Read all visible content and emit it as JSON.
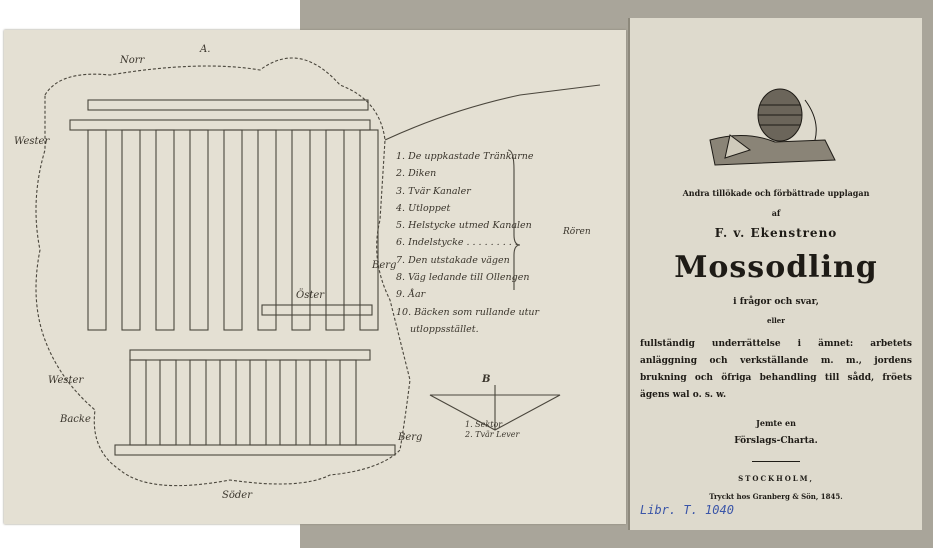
{
  "map": {
    "labels": {
      "north": "Norr",
      "point_a": "A.",
      "west_top": "Wester",
      "west": "Wester",
      "east": "Öster",
      "south": "Söder",
      "backe": "Backe",
      "berg_top": "Berg",
      "berg_bottom": "Berg",
      "point_b": "B"
    },
    "legend": [
      "1. De uppkastade Tränkarne",
      "2. Diken",
      "3. Tvär Kanaler",
      "4. Utloppet",
      "5. Helstycke utmed Kanalen",
      "6. Indelstycke . . . . . . . . .",
      "7. Den utstakade vägen",
      "8. Väg ledande till Ollengen",
      "9. Åar",
      "10. Bäcken som rullande utur",
      "utloppsstället."
    ],
    "bracket_label": "Rören",
    "section_legend": [
      "1. Sektor",
      "2. Tvär Lever"
    ]
  },
  "title_page": {
    "edition_line": "Andra tillökade och förbättrade upplagan",
    "by": "af",
    "author": "F. v. Ekenstreno",
    "title": "Mossodling",
    "subtitle": "i frågor och svar,",
    "or": "eller",
    "description": "fullständig underrättelse i ämnet: arbetets anläggning och verkställande m. m., jordens brukning och öfriga behandling till sådd, fröets ägens wal o. s. w.",
    "with": "Jemte en",
    "chart": "Förslags-Charta.",
    "city": "STOCKHOLM,",
    "printer": "Tryckt hos Granberg & Sön, 1845.",
    "handwritten_note": "Libr. T. 1040"
  }
}
